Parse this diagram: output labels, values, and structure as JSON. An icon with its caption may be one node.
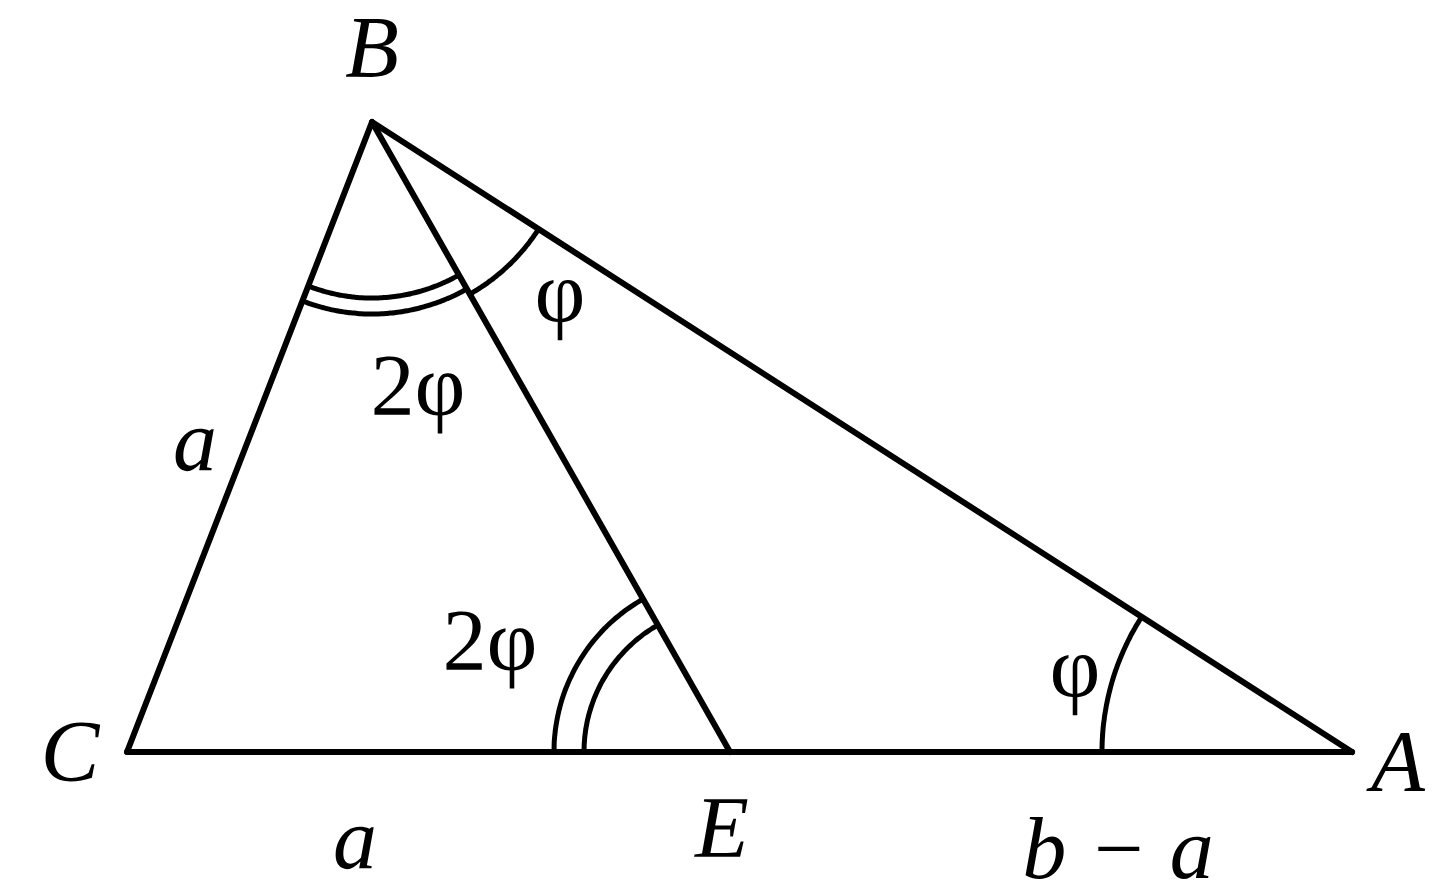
{
  "diagram": {
    "nodes": [
      {
        "text": [
          "B"
        ]
      },
      {
        "text": [
          "C"
        ]
      },
      {
        "text": [
          "E"
        ]
      },
      {
        "text": [
          "A"
        ]
      }
    ],
    "edges": [
      {
        "from": 0,
        "to": 1,
        "arrow": "none",
        "label": "a"
      },
      {
        "from": 0,
        "to": 2,
        "arrow": "none"
      },
      {
        "from": 0,
        "to": 3,
        "arrow": "none"
      },
      {
        "from": 1,
        "to": 2,
        "arrow": "none",
        "label": "a"
      },
      {
        "from": 2,
        "to": 3,
        "arrow": "none",
        "label": "b − a"
      }
    ],
    "labels": [
      "φ",
      "2φ",
      "2φ",
      "φ"
    ]
  }
}
